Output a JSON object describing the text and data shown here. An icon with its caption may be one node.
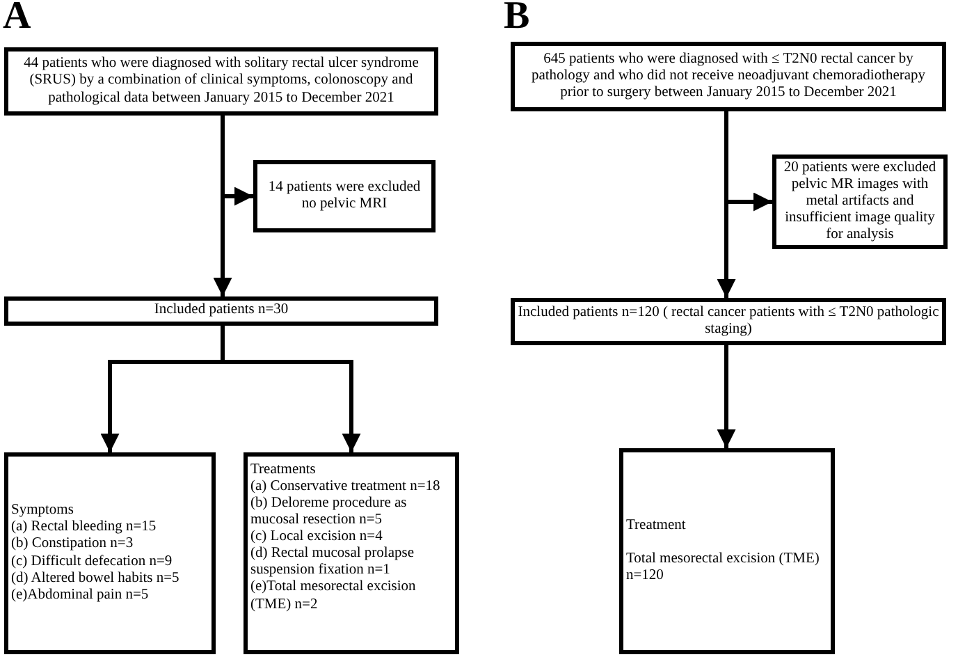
{
  "diagram": {
    "nodes": [
      {
        "text": [
          "44 patients who were diagnosed with solitary rectal ulcer syndrome (SRUS) by a combination of clinical symptoms, colonoscopy and pathological data between January 2015 to December 2021"
        ]
      },
      {
        "text": [
          "14 patients were excluded no pelvic MRI"
        ]
      },
      {
        "text": [
          "Included patients n=30"
        ]
      },
      {
        "text": [
          "Symptoms",
          "(a) Rectal bleeding n=15",
          "(b) Constipation n=3",
          "(c) Difficult defecation n=9",
          "(d) Altered bowel habits n=5",
          "(e)Abdominal pain n=5"
        ]
      },
      {
        "text": [
          "Treatments",
          "(a) Conservative treatment n=18",
          "(b) Deloreme procedure as mucosal resection n=5",
          "(c) Local excision n=4",
          "(d) Rectal mucosal prolapse suspension fixation n=1",
          "(e)Total mesorectal excision (TME) n=2"
        ]
      },
      {
        "text": [
          "645 patients who were diagnosed with ≤ T2N0 rectal cancer by pathology and who did not receive neoadjuvant chemoradiotherapy prior to surgery between January 2015 to December 2021"
        ]
      },
      {
        "text": [
          "20 patients were excluded pelvic MR images with metal artifacts and insufficient image quality for analysis"
        ]
      },
      {
        "text": [
          "Included patients n=120 ( rectal cancer patients with ≤ T2N0 pathologic staging)"
        ]
      },
      {
        "text": [
          "Treatment",
          "Total mesorectal excision (TME) n=120"
        ]
      }
    ],
    "edges": [
      {
        "from": 0,
        "to": 1,
        "arrow": "to"
      },
      {
        "from": 0,
        "to": 2,
        "arrow": "to"
      },
      {
        "from": 2,
        "to": 3,
        "arrow": "to"
      },
      {
        "from": 2,
        "to": 4,
        "arrow": "to"
      },
      {
        "from": 5,
        "to": 6,
        "arrow": "to"
      },
      {
        "from": 5,
        "to": 7,
        "arrow": "to"
      },
      {
        "from": 7,
        "to": 8,
        "arrow": "to"
      }
    ],
    "labels": [
      "A",
      "B"
    ]
  }
}
